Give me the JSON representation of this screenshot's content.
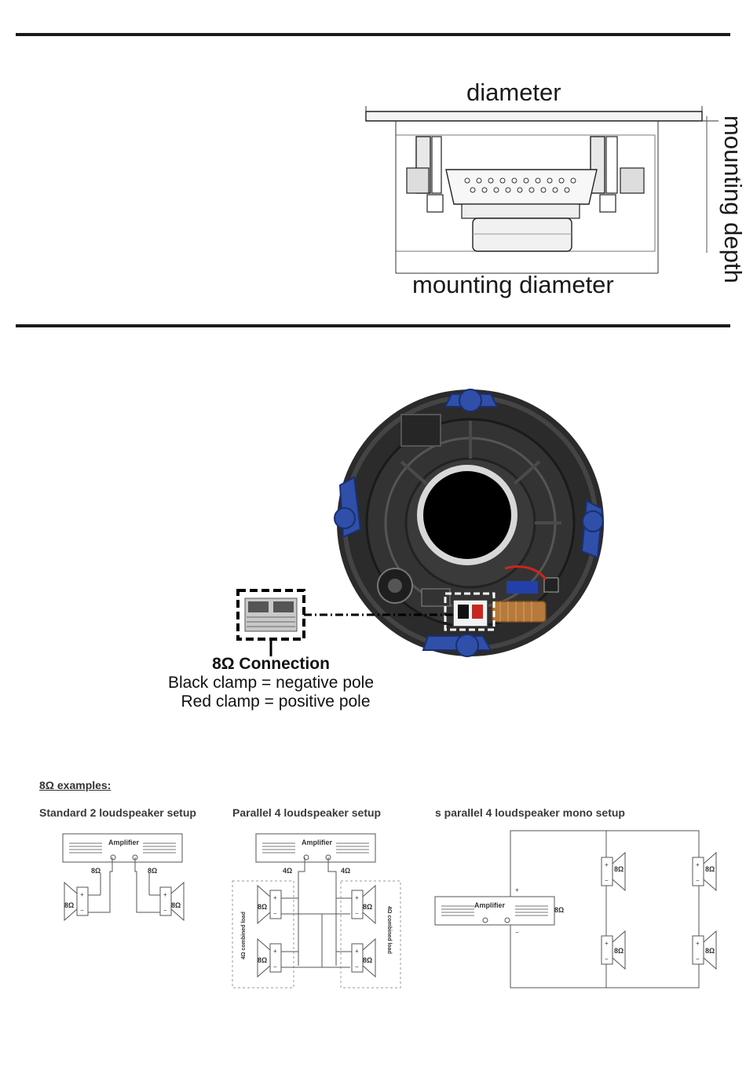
{
  "dimensions": {
    "diameter_label": "diameter",
    "mounting_depth_label": "mounting depth",
    "mounting_diameter_label": "mounting diameter"
  },
  "connection": {
    "title": "8Ω  Connection",
    "black_clamp": "Black clamp = negative pole",
    "red_clamp": "Red clamp = positive pole"
  },
  "examples": {
    "heading": "8Ω examples:",
    "setups": [
      {
        "title": "Standard 2 loudspeaker setup",
        "amp_label": "Amplifier",
        "line_labels": [
          "8Ω",
          "8Ω"
        ],
        "speaker_labels": [
          "8Ω",
          "8Ω"
        ]
      },
      {
        "title": "Parallel 4 loudspeaker setup",
        "amp_label": "Amplifier",
        "line_labels": [
          "4Ω",
          "4Ω"
        ],
        "speaker_labels": [
          "8Ω",
          "8Ω",
          "8Ω",
          "8Ω"
        ],
        "group_label": "4Ω combined load"
      },
      {
        "title": "s parallel 4 loudspeaker mono setup",
        "amp_label": "Amplifier",
        "amp_out_label": "8Ω",
        "speaker_labels": [
          "8Ω",
          "8Ω",
          "8Ω",
          "8Ω"
        ]
      }
    ]
  },
  "colors": {
    "clip_blue": "#2f4fa8",
    "red_clamp": "#c8261e",
    "speaker_body": "#2a2a2a"
  }
}
